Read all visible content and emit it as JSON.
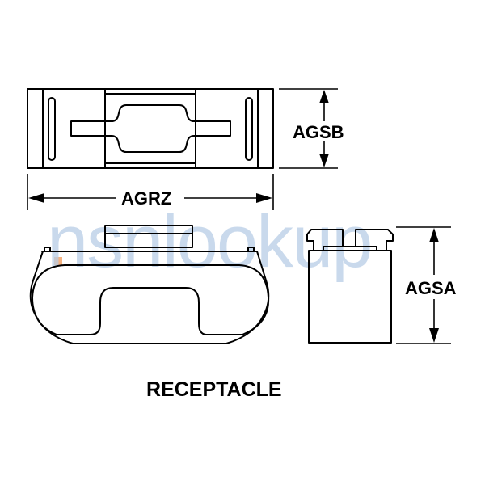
{
  "diagram": {
    "title": "RECEPTACLE",
    "dimensions": {
      "width_label": "AGRZ",
      "top_height_label": "AGSB",
      "side_height_label": "AGSA"
    },
    "views": [
      {
        "name": "top-view",
        "dimension": "AGRZ (horizontal), AGSB (vertical)"
      },
      {
        "name": "front-view"
      },
      {
        "name": "side-view",
        "dimension": "AGSA (vertical)"
      }
    ]
  },
  "watermark": {
    "text": "nsnlookup",
    "dot_color": "#f4a46a",
    "color": "#b7cde6"
  }
}
